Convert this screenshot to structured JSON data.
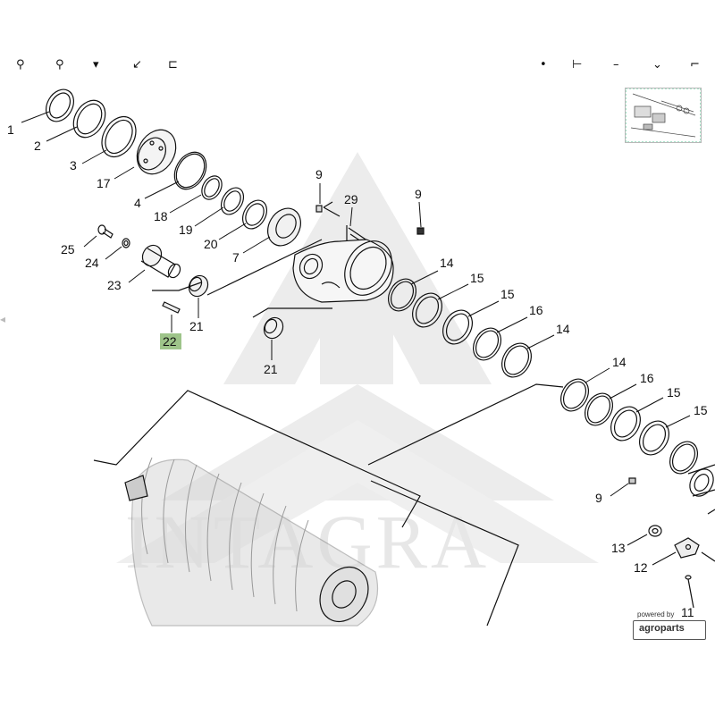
{
  "toolbar": {
    "icons": [
      "zoom-in-icon",
      "zoom-out-icon",
      "rotate-icon",
      "download-icon",
      "print-icon",
      "pin-icon",
      "edit-icon",
      "minimize-icon",
      "chevron-down-icon",
      "close-icon"
    ]
  },
  "watermark": {
    "text": "INTAGRA"
  },
  "badge": {
    "powered_by": "powered by",
    "brand": "agroparts"
  },
  "parts": [
    {
      "id": "p1",
      "label": "1"
    },
    {
      "id": "p2",
      "label": "2"
    },
    {
      "id": "p3",
      "label": "3"
    },
    {
      "id": "p17",
      "label": "17"
    },
    {
      "id": "p4",
      "label": "4"
    },
    {
      "id": "p18",
      "label": "18"
    },
    {
      "id": "p19",
      "label": "19"
    },
    {
      "id": "p20",
      "label": "20"
    },
    {
      "id": "p7",
      "label": "7"
    },
    {
      "id": "p9a",
      "label": "9"
    },
    {
      "id": "p29",
      "label": "29"
    },
    {
      "id": "p9b",
      "label": "9"
    },
    {
      "id": "p25",
      "label": "25"
    },
    {
      "id": "p24",
      "label": "24"
    },
    {
      "id": "p23",
      "label": "23"
    },
    {
      "id": "p21a",
      "label": "21"
    },
    {
      "id": "p22",
      "label": "22",
      "highlighted": true
    },
    {
      "id": "p21b",
      "label": "21"
    },
    {
      "id": "p14a",
      "label": "14"
    },
    {
      "id": "p15a",
      "label": "15"
    },
    {
      "id": "p15b",
      "label": "15"
    },
    {
      "id": "p16a",
      "label": "16"
    },
    {
      "id": "p14b",
      "label": "14"
    },
    {
      "id": "p14c",
      "label": "14"
    },
    {
      "id": "p16b",
      "label": "16"
    },
    {
      "id": "p15c",
      "label": "15"
    },
    {
      "id": "p15d",
      "label": "15"
    },
    {
      "id": "p9c",
      "label": "9"
    },
    {
      "id": "p13",
      "label": "13"
    },
    {
      "id": "p12",
      "label": "12"
    },
    {
      "id": "p11",
      "label": "11"
    }
  ],
  "colors": {
    "highlight": "#9ec48a",
    "line": "#111111",
    "watermark": "#e6e6e6",
    "shading": "#dcdcdc"
  }
}
